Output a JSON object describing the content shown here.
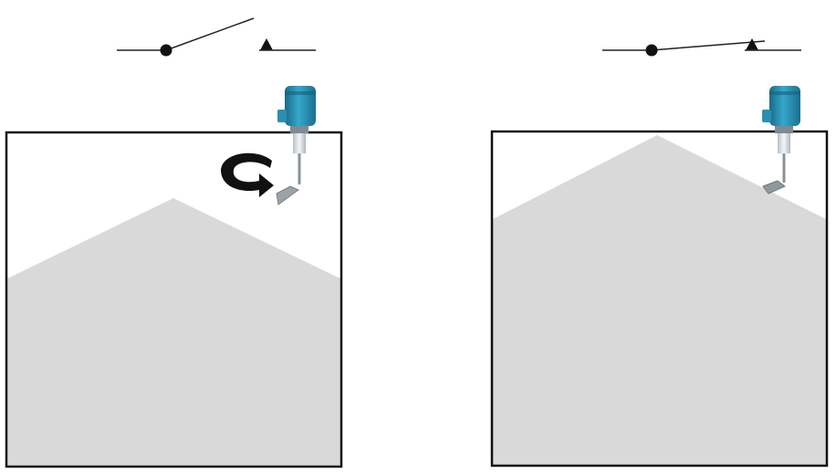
{
  "colors": {
    "background": "#ffffff",
    "tank_outline": "#111111",
    "material_fill": "#d9d9d9",
    "switch_line": "#222222",
    "switch_node": "#111111",
    "sensor_housing": "#2b9bbf",
    "sensor_housing_dark": "#1d6f8c",
    "sensor_stem": "#dfe4e8",
    "paddle": "#9aa3a8",
    "rotation_arrow": "#111111"
  },
  "panels": [
    {
      "name": "material-below-paddle",
      "switch_state": "open",
      "paddle_state": "rotating",
      "rotation_arrow_shown": true
    },
    {
      "name": "material-covering-paddle",
      "switch_state": "closed",
      "paddle_state": "stopped",
      "rotation_arrow_shown": false
    }
  ],
  "icons": {
    "switch_pivot": "filled-circle-icon",
    "switch_contact": "filled-triangle-icon",
    "sensor": "rotary-paddle-level-switch-icon",
    "rotation": "curved-arrow-rotation-icon"
  }
}
